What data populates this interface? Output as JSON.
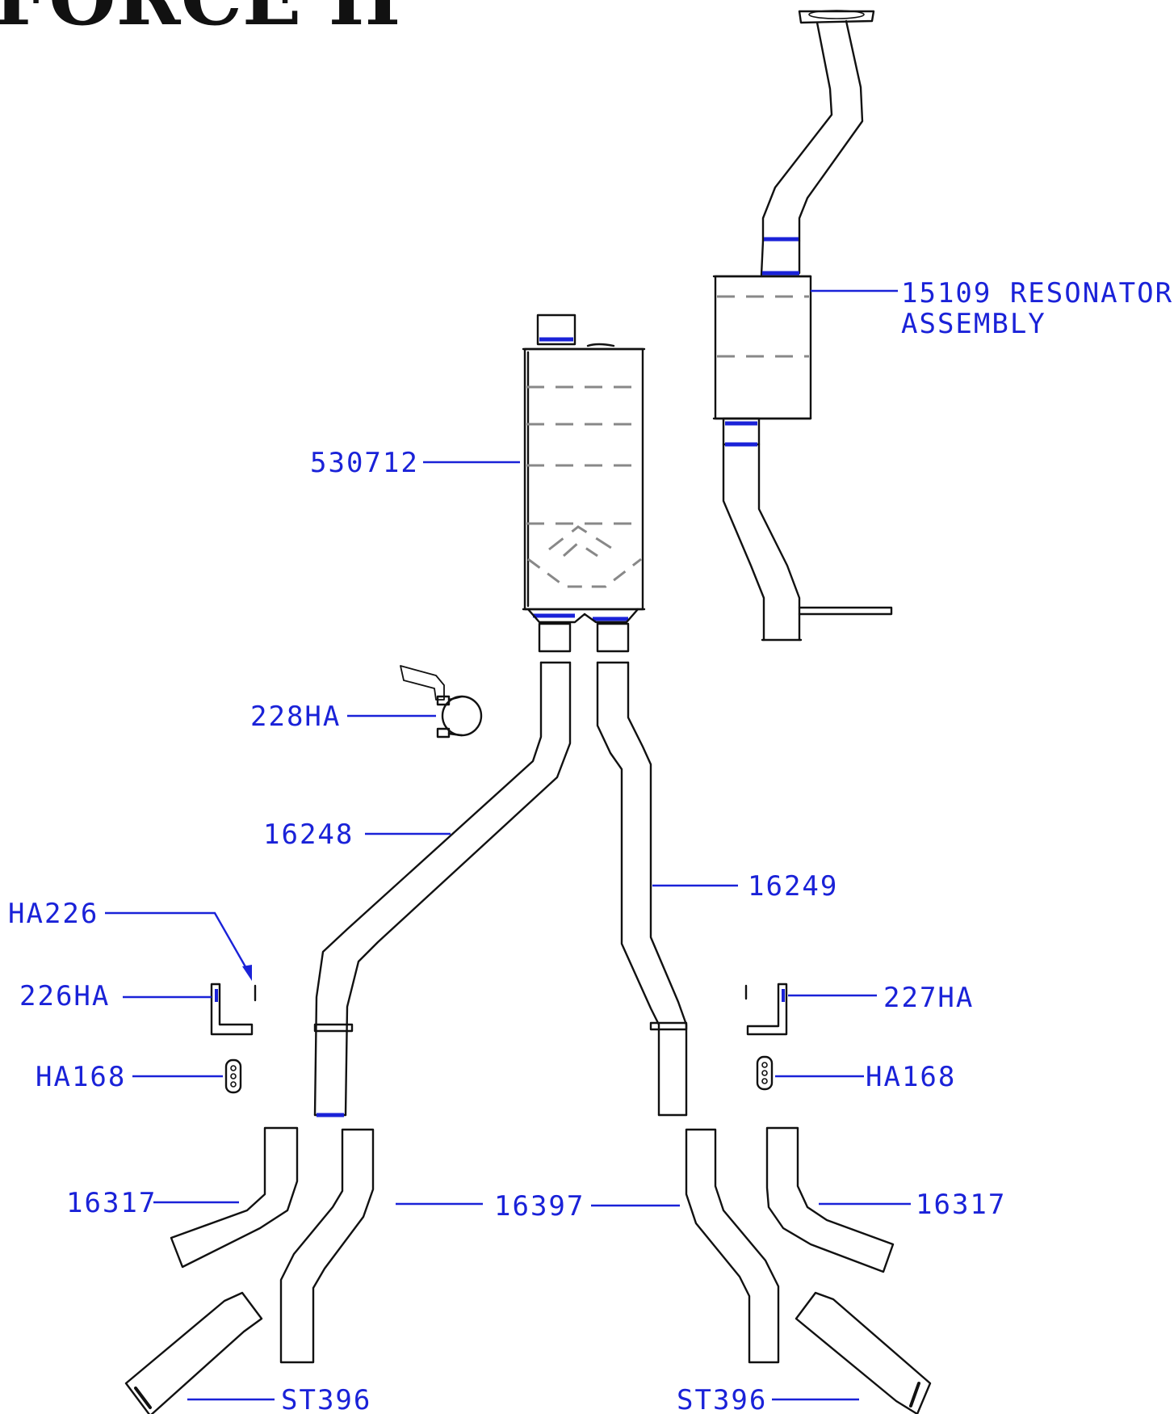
{
  "brand": {
    "text": "FORCE II"
  },
  "labels": {
    "resonator_line1": "15109 RESONATOR",
    "resonator_line2": "ASSEMBLY",
    "muffler": "530712",
    "clamp": "228HA",
    "pipe_left": "16248",
    "pipe_right": "16249",
    "hanger_rod": "HA226",
    "hanger_left": "226HA",
    "hanger_right": "227HA",
    "isolator_left": "HA168",
    "isolator_right": "HA168",
    "tailpipe_left": "16317",
    "tailpipe_right": "16317",
    "y_pipe": "16397",
    "tip_left": "ST396",
    "tip_right": "ST396"
  },
  "colors": {
    "label": "#1a22d8",
    "outline": "#111111",
    "internal": "#888888"
  }
}
